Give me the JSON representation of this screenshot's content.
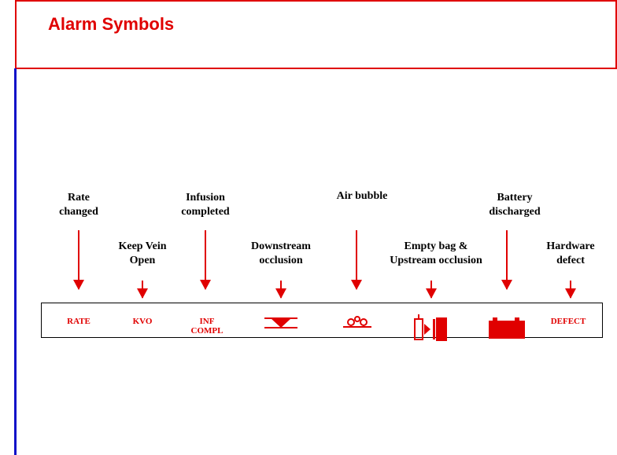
{
  "slide": {
    "title": "Alarm Symbols",
    "colors": {
      "accent": "#e00000",
      "left_bar": "#1010c8"
    }
  },
  "callouts": [
    {
      "label": "Rate\nchanged"
    },
    {
      "label": "Keep Vein\nOpen"
    },
    {
      "label": "Infusion\ncompleted"
    },
    {
      "label": "Downstream\nocclusion"
    },
    {
      "label": "Air bubble"
    },
    {
      "label": "Empty bag &\nUpstream occlusion"
    },
    {
      "label": "Battery\ndischarged"
    },
    {
      "label": "Hardware\ndefect"
    }
  ],
  "symbols": [
    {
      "text": "RATE"
    },
    {
      "text": "KVO"
    },
    {
      "text": "INF\nCOMPL"
    },
    {
      "icon": "downstream-occlusion-icon"
    },
    {
      "icon": "air-bubble-icon"
    },
    {
      "icon": "empty-bag-upstream-occlusion-icon"
    },
    {
      "icon": "battery-icon"
    },
    {
      "text": "DEFECT"
    }
  ]
}
